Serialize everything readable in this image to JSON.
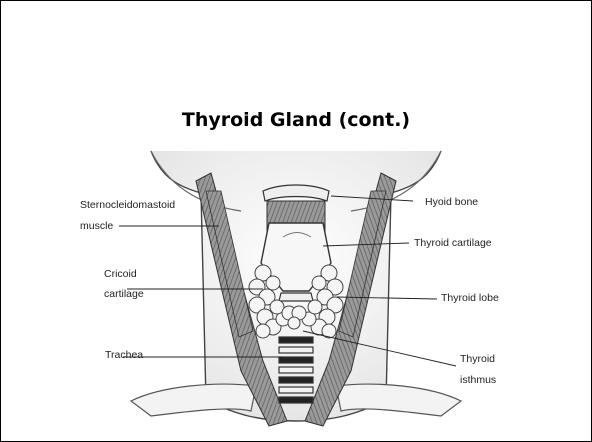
{
  "slide": {
    "title": "Thyroid Gland (cont.)"
  },
  "figure": {
    "labels_left": {
      "sternocleidomastoid_line1": "Sternocleidomastoid",
      "sternocleidomastoid_line2": "muscle",
      "cricoid_line1": "Cricoid",
      "cricoid_line2": "cartilage",
      "trachea": "Trachea"
    },
    "labels_right": {
      "hyoid_bone": "Hyoid bone",
      "thyroid_cartilage": "Thyroid cartilage",
      "thyroid_lobe": "Thyroid lobe",
      "thyroid_isthmus_line1": "Thyroid",
      "thyroid_isthmus_line2": "isthmus"
    }
  }
}
